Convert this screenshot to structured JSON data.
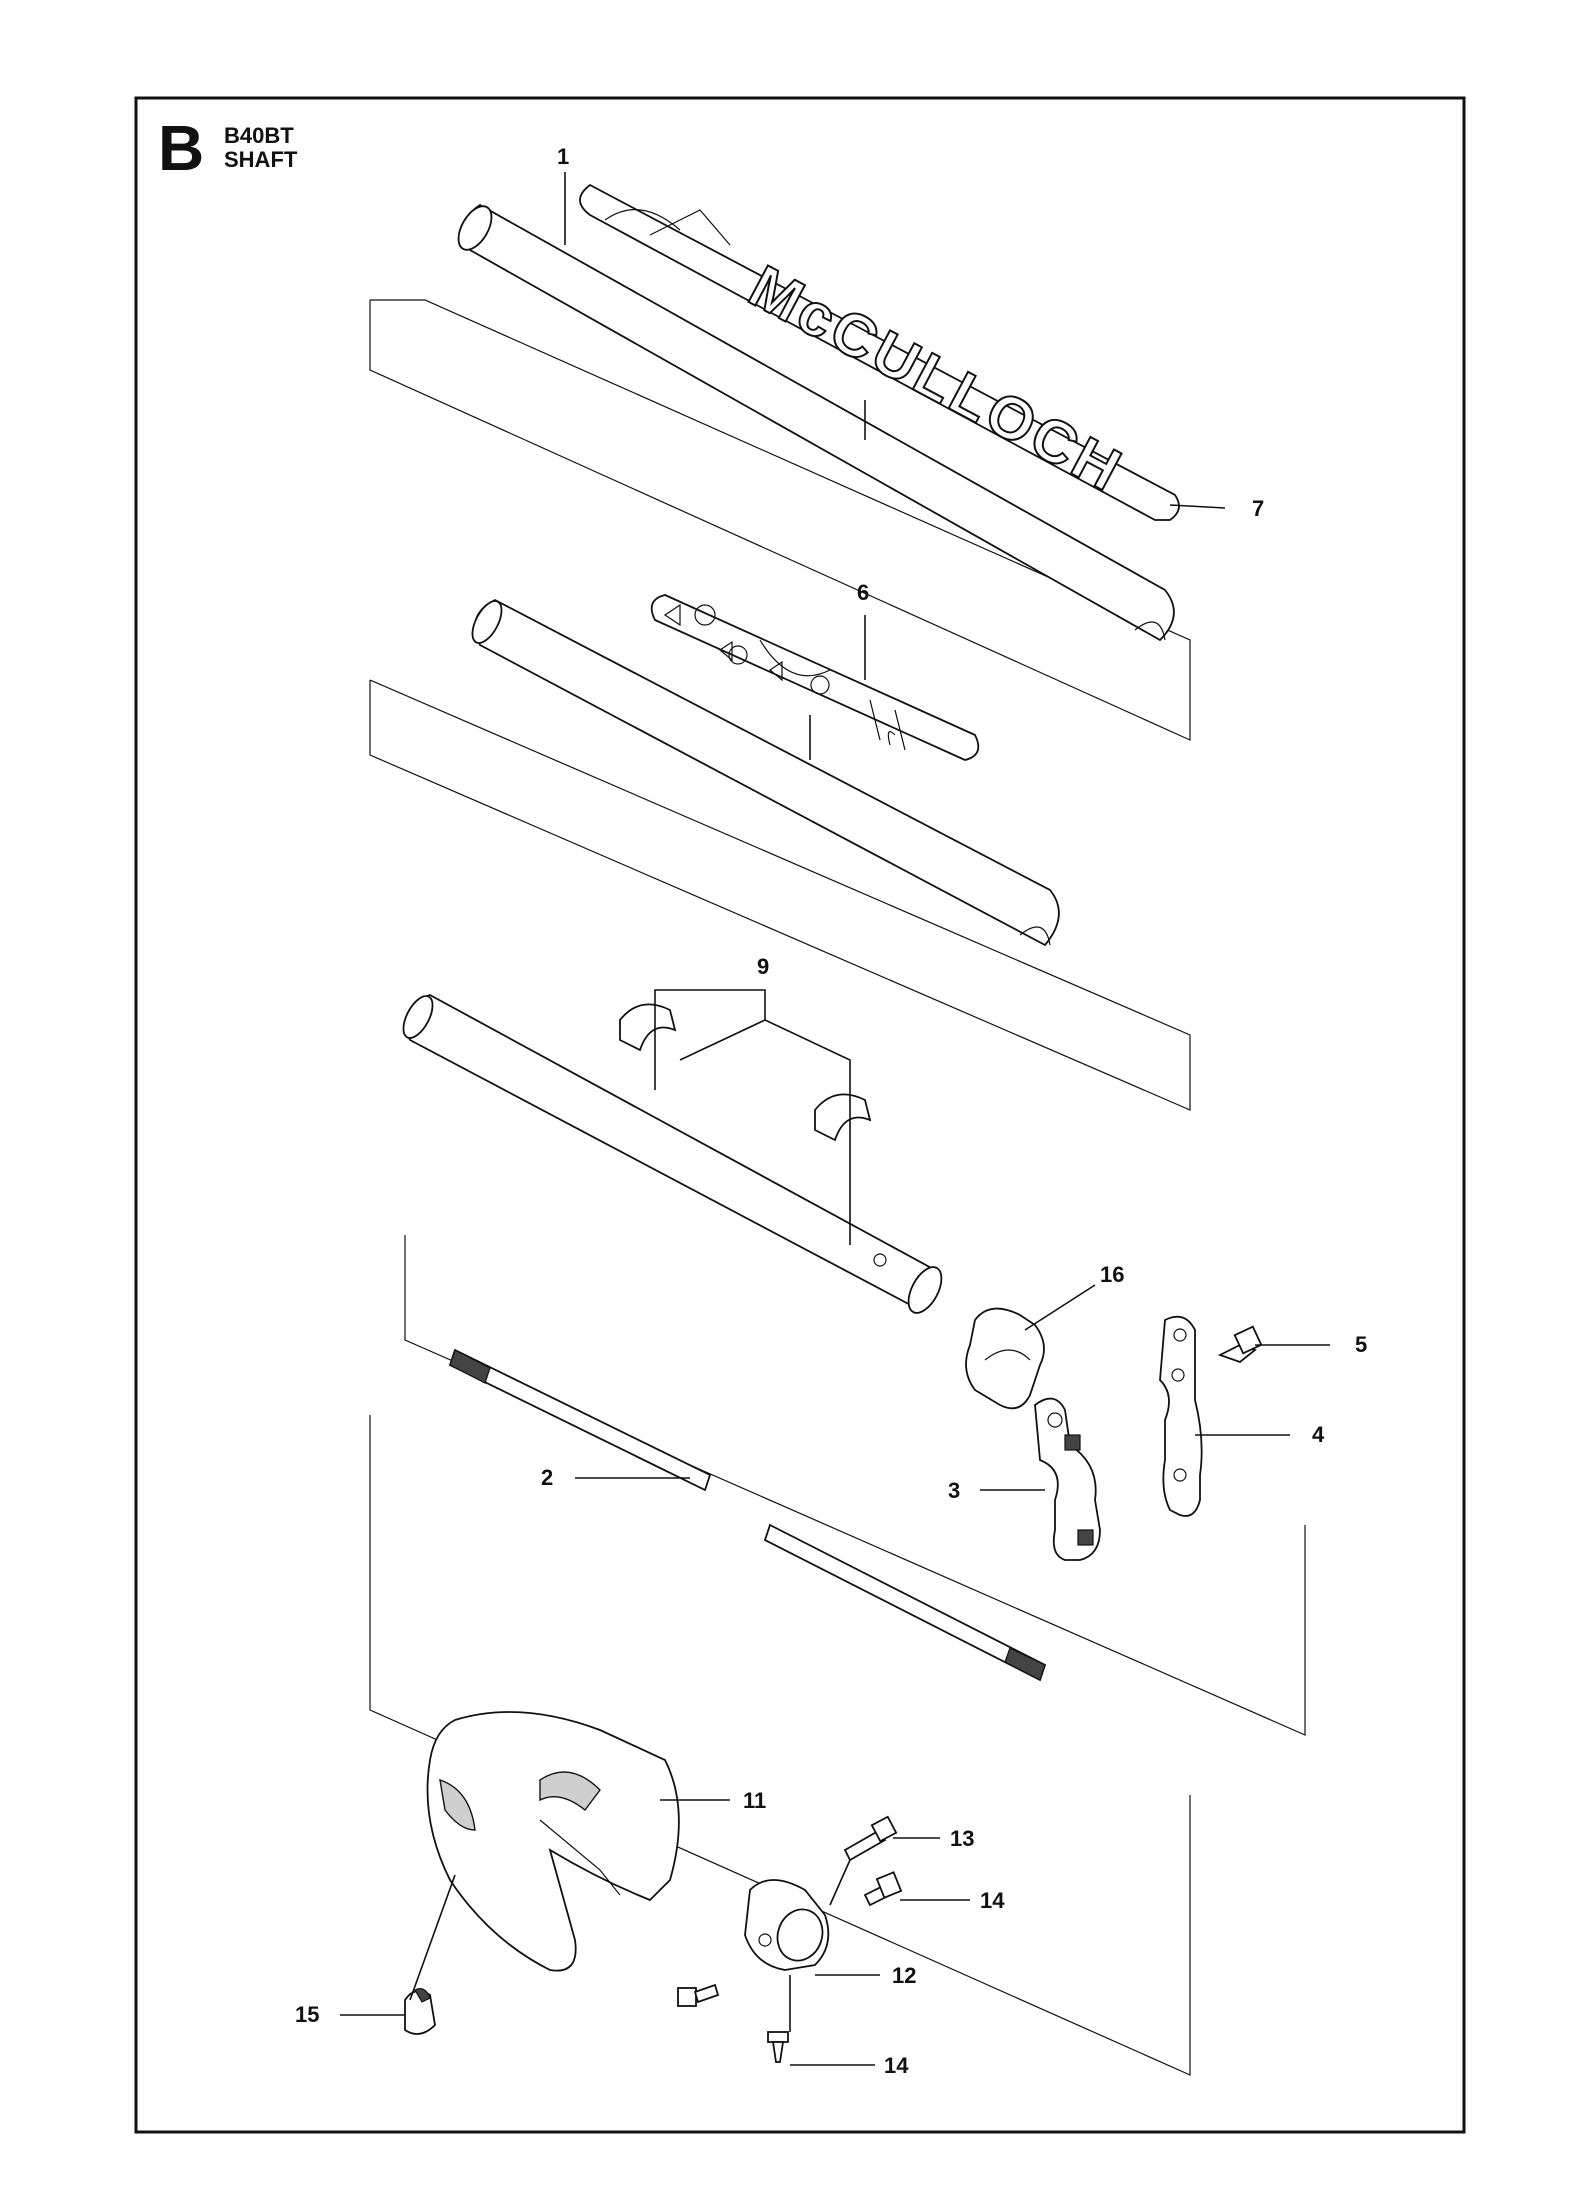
{
  "header": {
    "section_letter": "B",
    "model": "B40BT",
    "part_name": "SHAFT"
  },
  "decal_text": "McCULLOCH",
  "callouts": [
    {
      "id": "c1",
      "label": "1"
    },
    {
      "id": "c7",
      "label": "7"
    },
    {
      "id": "c6",
      "label": "6"
    },
    {
      "id": "c9",
      "label": "9"
    },
    {
      "id": "c16",
      "label": "16"
    },
    {
      "id": "c5",
      "label": "5"
    },
    {
      "id": "c4",
      "label": "4"
    },
    {
      "id": "c3",
      "label": "3"
    },
    {
      "id": "c2",
      "label": "2"
    },
    {
      "id": "c11",
      "label": "11"
    },
    {
      "id": "c13",
      "label": "13"
    },
    {
      "id": "c14a",
      "label": "14"
    },
    {
      "id": "c12",
      "label": "12"
    },
    {
      "id": "c15",
      "label": "15"
    },
    {
      "id": "c14b",
      "label": "14"
    }
  ]
}
